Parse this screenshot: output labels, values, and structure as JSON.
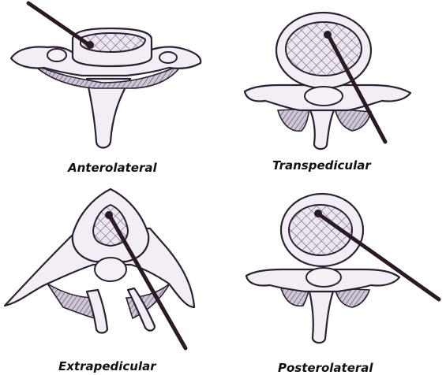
{
  "panels": [
    {
      "id": "anterolateral",
      "label": "Anterolateral"
    },
    {
      "id": "transpedicular",
      "label": "Transpedicular"
    },
    {
      "id": "extrapedicular",
      "label": "Extrapedicular"
    },
    {
      "id": "posterolateral",
      "label": "Posterolateral"
    }
  ],
  "colors": {
    "bone": "#f3eef6",
    "ink": "#2a2230",
    "needle": "#2a1a24",
    "background": "#ffffff"
  }
}
